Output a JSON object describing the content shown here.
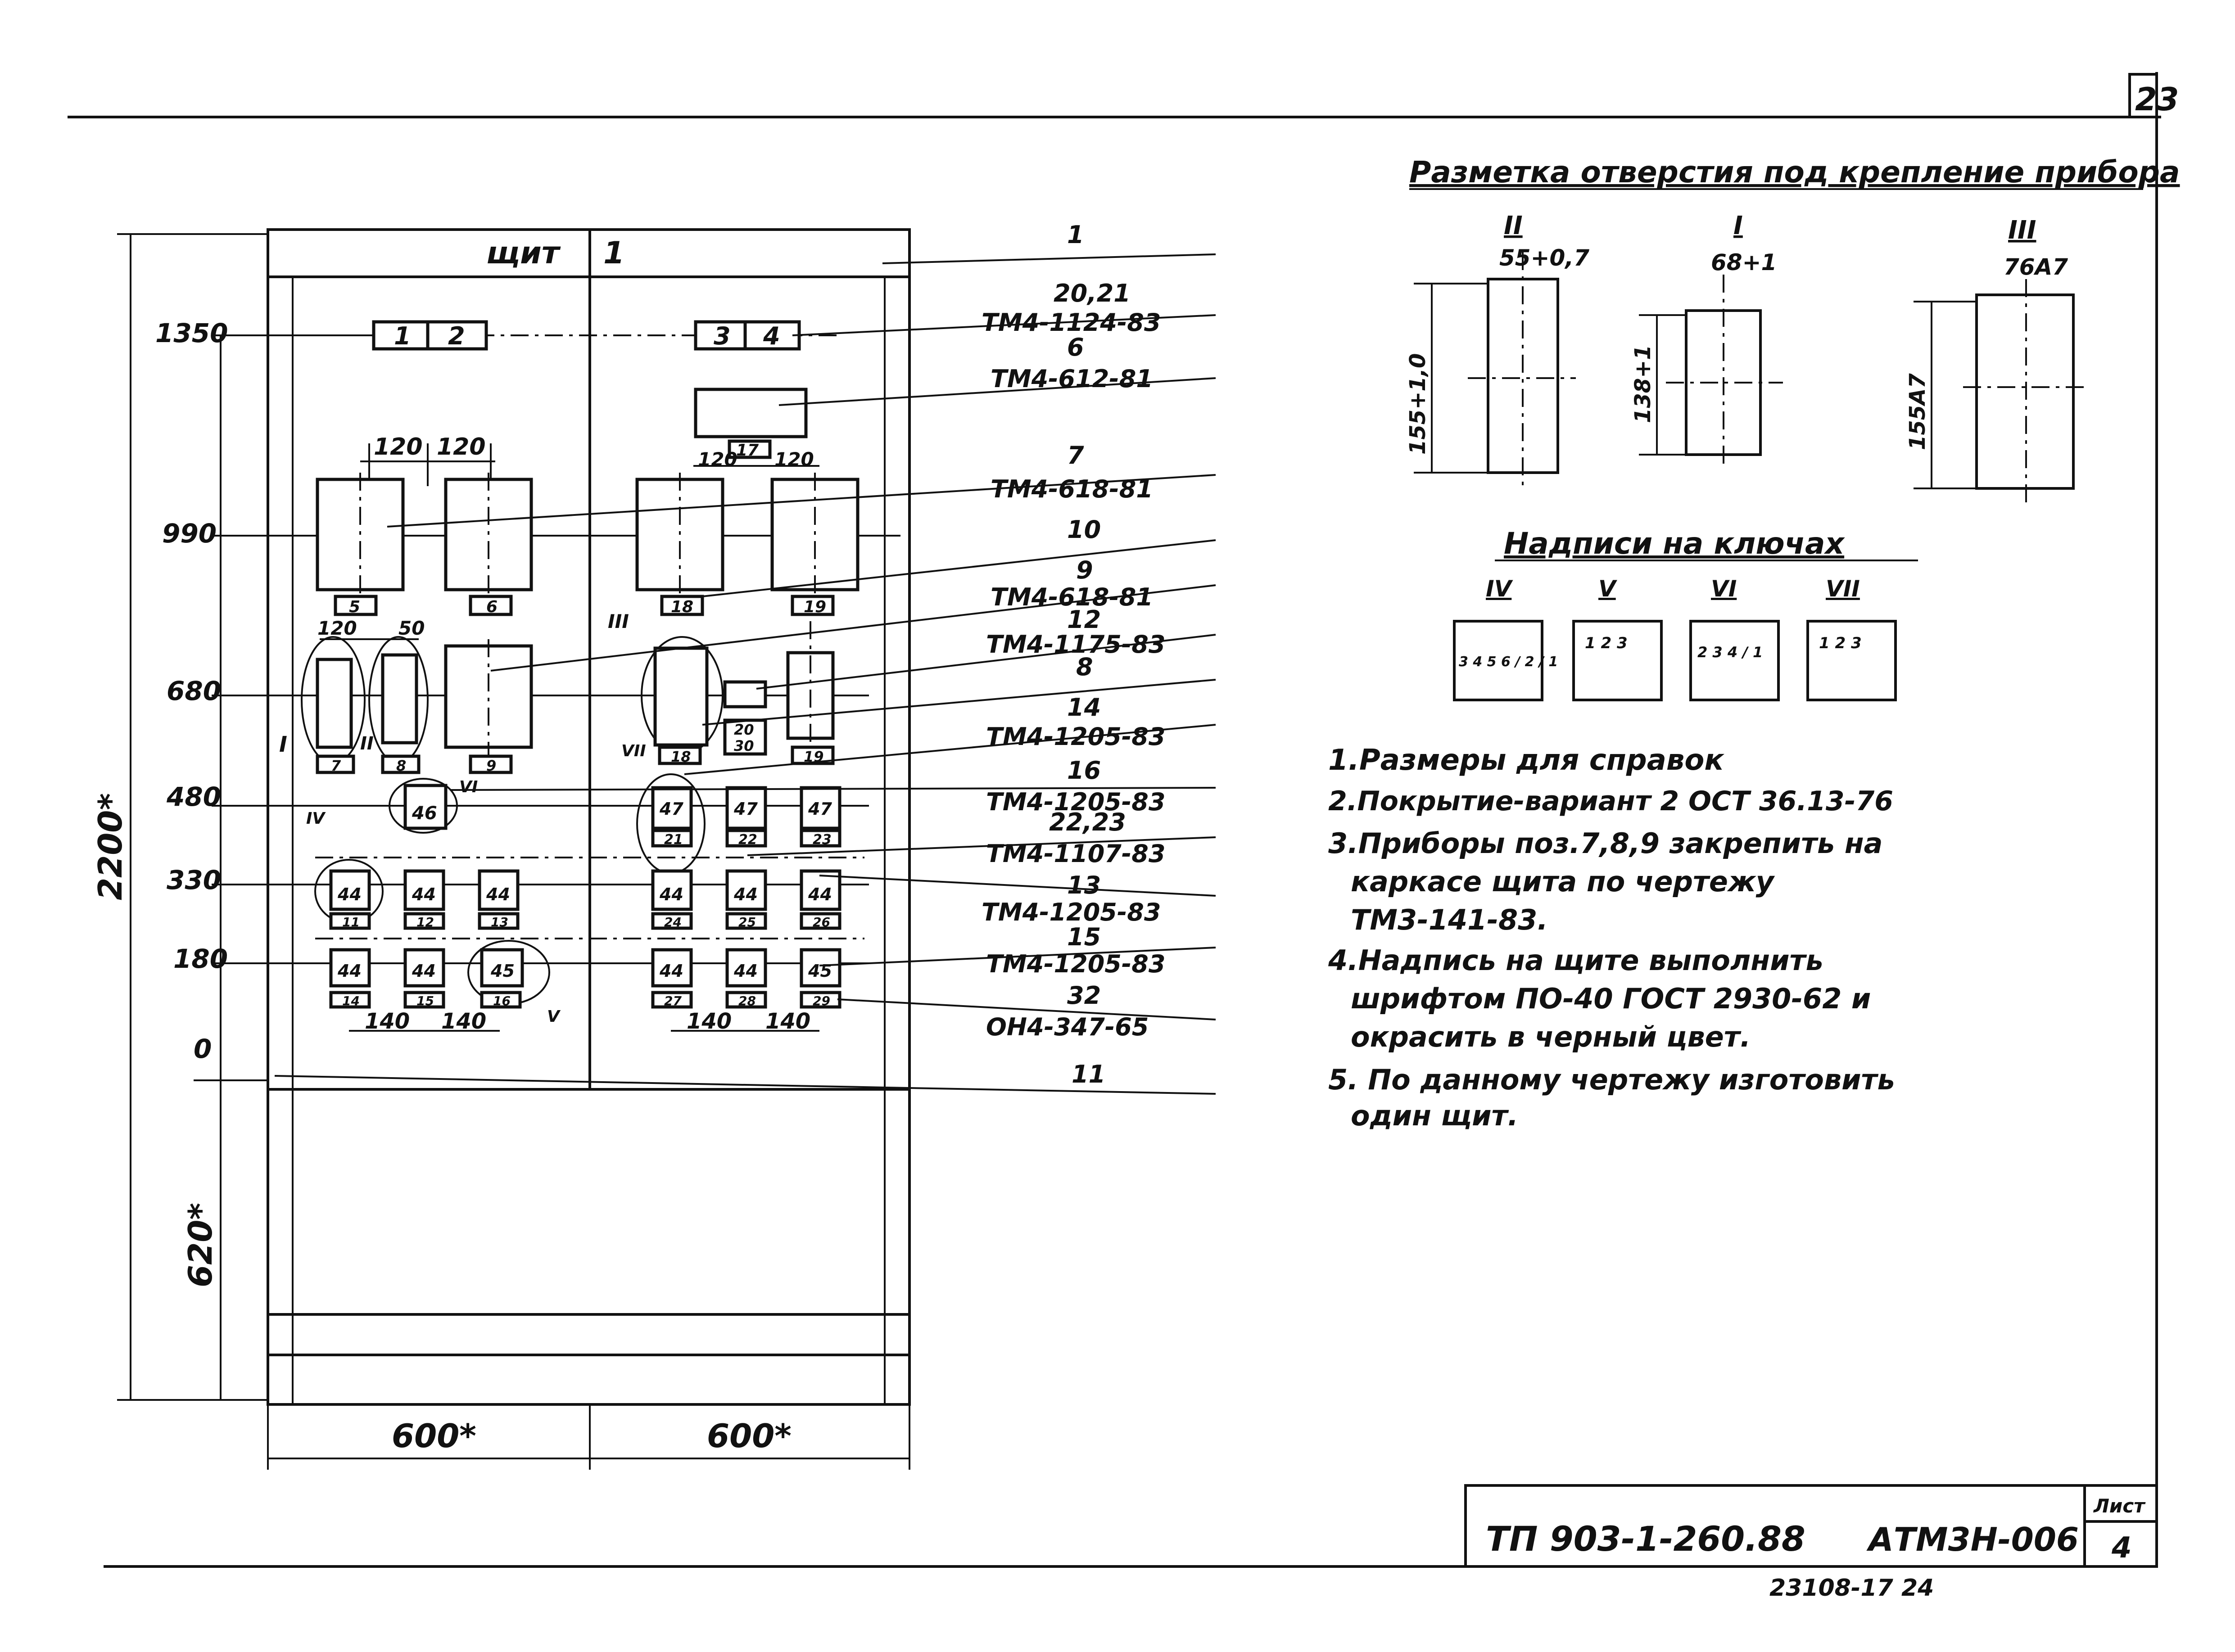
{
  "sheet_number": "23",
  "panel": {
    "title": "щит",
    "title_num": "1"
  },
  "levels": [
    "1350",
    "990",
    "680",
    "480",
    "330",
    "180",
    "0"
  ],
  "overall_dims": {
    "height": "2200*",
    "bottom": "620*",
    "width_left": "600*",
    "width_right": "600*"
  },
  "spacing": {
    "a": "120",
    "b": "50",
    "c": "140"
  },
  "positions": {
    "p1": "1",
    "p2": "2",
    "p3": "3",
    "p4": "4",
    "p5": "5",
    "p6": "6",
    "p7": "7",
    "p8": "8",
    "p9": "9",
    "p11": "11",
    "p12": "12",
    "p13": "13",
    "p14": "14",
    "p15": "15",
    "p16": "16",
    "p17": "17",
    "p18": "18",
    "p19": "19",
    "p20": "20",
    "p21": "21",
    "p22": "22",
    "p23": "23",
    "p24": "24",
    "p25": "25",
    "p26": "26",
    "p27": "27",
    "p28": "28",
    "p29": "29",
    "p30": "30",
    "d44": "44",
    "d45": "45",
    "d46": "46",
    "d47": "47"
  },
  "roman": {
    "r1": "I",
    "r2": "II",
    "r3": "III",
    "r4": "IV",
    "r5": "V",
    "r6": "VI",
    "r7": "VII"
  },
  "callouts": [
    {
      "pos": "1",
      "code": ""
    },
    {
      "pos": "20,21",
      "code": "ТМ4-1124-83"
    },
    {
      "pos": "6",
      "code": "ТМ4-612-81"
    },
    {
      "pos": "7",
      "code": "ТМ4-618-81"
    },
    {
      "pos": "10",
      "code": ""
    },
    {
      "pos": "9",
      "code": "ТМ4-618-81"
    },
    {
      "pos": "12",
      "code": "ТМ4-1175-83"
    },
    {
      "pos": "8",
      "code": ""
    },
    {
      "pos": "14",
      "code": "ТМ4-1205-83"
    },
    {
      "pos": "16",
      "code": "ТМ4-1205-83"
    },
    {
      "pos": "22,23",
      "code": "ТМ4-1107-83"
    },
    {
      "pos": "13",
      "code": "ТМ4-1205-83"
    },
    {
      "pos": "15",
      "code": "ТМ4-1205-83"
    },
    {
      "pos": "32",
      "code": "ОН4-347-65"
    },
    {
      "pos": "11",
      "code": ""
    }
  ],
  "holes": {
    "title": "Разметка отверстия под крепление прибора",
    "items": [
      {
        "mark": "II",
        "width": "55+0,7",
        "height": "155+1,0"
      },
      {
        "mark": "I",
        "width": "68+1",
        "height": "138+1"
      },
      {
        "mark": "III",
        "width": "76А7",
        "height": "155А7"
      }
    ]
  },
  "keys": {
    "title": "Надписи на ключах",
    "items": [
      {
        "mark": "IV",
        "face": "3 4 5 6 / 2 / 1"
      },
      {
        "mark": "V",
        "face": "1 2 3"
      },
      {
        "mark": "VI",
        "face": "2 3 4 / 1"
      },
      {
        "mark": "VII",
        "face": "1 2 3"
      }
    ]
  },
  "notes": [
    "1.Размеры для справок",
    "2.Покрытие-вариант 2 ОСТ 36.13-76",
    "3.Приборы поз.7,8,9 закрепить на",
    "каркасе щита по чертежу",
    "ТМ3-141-83.",
    "4.Надпись на щите выполнить",
    "шрифтом ПО-40 ГОСТ 2930-62 и",
    "окрасить в черный цвет.",
    "5. По данному чертежу изготовить",
    "один щит."
  ],
  "stamp": {
    "doc_code": "ТП 903-1-260.88",
    "album": "АТМ3Н-006",
    "sheet_label": "Лист",
    "sheet": "4"
  },
  "footer_text": "23108-17   24"
}
